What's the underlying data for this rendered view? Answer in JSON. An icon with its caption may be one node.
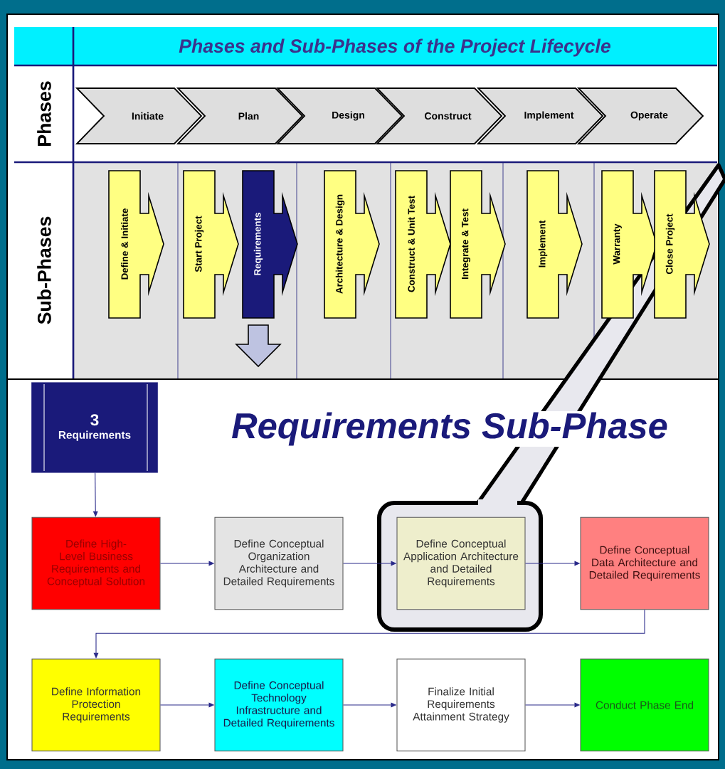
{
  "diagram": {
    "title": "Phases and Sub-Phases of the Project Lifecycle",
    "nodes": [
      {
        "text": [
          "Initiate"
        ]
      },
      {
        "text": [
          "Plan"
        ]
      },
      {
        "text": [
          "Design"
        ]
      },
      {
        "text": [
          "Construct"
        ]
      },
      {
        "text": [
          "Implement"
        ]
      },
      {
        "text": [
          "Operate"
        ]
      },
      {
        "text": [
          "Define & Initiate"
        ]
      },
      {
        "text": [
          "Start Project"
        ]
      },
      {
        "text": [
          "Requirements"
        ]
      },
      {
        "text": [
          "Architecture & Design"
        ]
      },
      {
        "text": [
          "Construct & Unit Test"
        ]
      },
      {
        "text": [
          "Integrate & Test"
        ]
      },
      {
        "text": [
          "Implement"
        ]
      },
      {
        "text": [
          "Warranty"
        ]
      },
      {
        "text": [
          "Close Project"
        ]
      },
      {
        "text": [
          "3",
          "Requirements"
        ]
      },
      {
        "text": [
          "Define High-Level Business Requirements and Conceptual Solution"
        ]
      },
      {
        "text": [
          "Define Conceptual Organization Architecture and Detailed Requirements"
        ]
      },
      {
        "text": [
          "Define Conceptual Application Architecture and Detailed Requirements"
        ]
      },
      {
        "text": [
          "Define Conceptual Data Architecture and Detailed Requirements"
        ]
      },
      {
        "text": [
          "Define Information Protection Requirements"
        ]
      },
      {
        "text": [
          "Define Conceptual Technology Infrastructure and Detailed Requirements"
        ]
      },
      {
        "text": [
          "Finalize Initial Requirements Attainment Strategy"
        ]
      },
      {
        "text": [
          "Conduct Phase End"
        ]
      }
    ],
    "edges": [
      {
        "from": 15,
        "to": 16,
        "arrow": "to"
      },
      {
        "from": 16,
        "to": 17,
        "arrow": "to"
      },
      {
        "from": 17,
        "to": 18,
        "arrow": "to"
      },
      {
        "from": 18,
        "to": 19,
        "arrow": "to"
      },
      {
        "from": 19,
        "to": 20,
        "arrow": "to"
      },
      {
        "from": 20,
        "to": 21,
        "arrow": "to"
      },
      {
        "from": 21,
        "to": 22,
        "arrow": "to"
      },
      {
        "from": 22,
        "to": 23,
        "arrow": "to"
      }
    ],
    "labels": [
      "Phases",
      "Sub-Phases",
      "Requirements Sub-Phase"
    ]
  }
}
